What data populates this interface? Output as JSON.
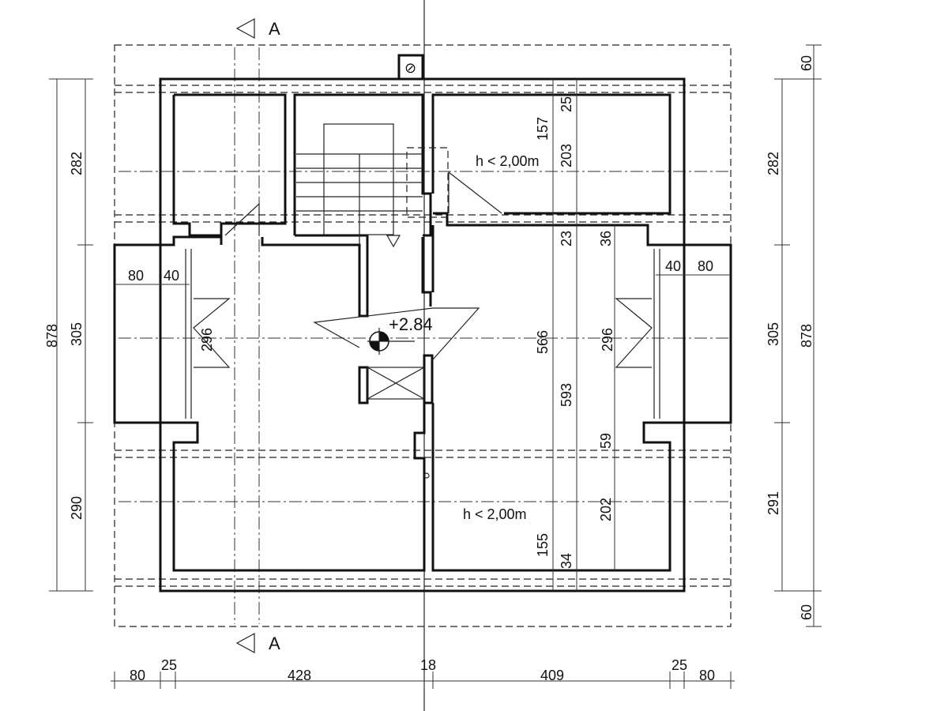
{
  "section_marks": {
    "top": "A",
    "bottom": "A"
  },
  "chimney_symbol": "⊘",
  "elevation": "+2.84",
  "room_notes": {
    "top_right": "h < 2,00m",
    "bottom_right": "h < 2,00m"
  },
  "dims_left": {
    "total": "878",
    "top": "282",
    "middle": "305",
    "bottom": "290"
  },
  "dims_right": {
    "total": "878",
    "top": "282",
    "middle": "305",
    "bottom": "291",
    "overhang_top": "60",
    "overhang_bottom": "60"
  },
  "dims_bottom": [
    "80",
    "25",
    "428",
    "18",
    "409",
    "25",
    "80"
  ],
  "dims_interior": {
    "top_room_a": "157",
    "top_room_b": "25",
    "top_room_c": "203",
    "mid_a": "23",
    "mid_b": "36",
    "mid_c": "566",
    "mid_d": "593",
    "mid_e": "59",
    "bottom_a": "155",
    "bottom_b": "34",
    "bottom_c": "202",
    "window_left_height": "296",
    "window_right_height": "296",
    "dormer_left_depth": "80",
    "dormer_left_wall": "40",
    "dormer_right_depth": "80",
    "dormer_right_wall": "40"
  }
}
